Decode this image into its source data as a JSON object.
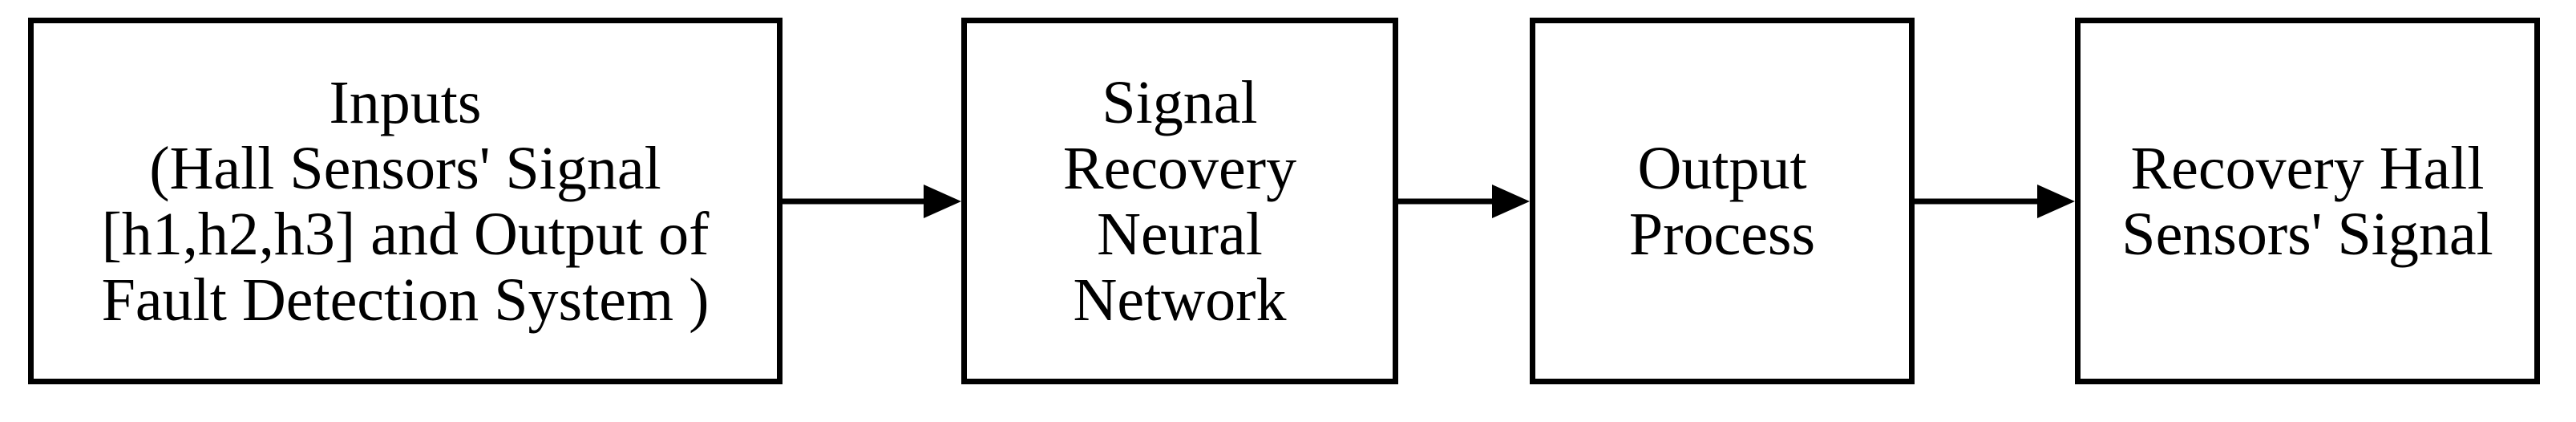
{
  "blocks": [
    {
      "lines": [
        "Inputs",
        "(Hall Sensors' Signal",
        "[h1,h2,h3] and Output of",
        "Fault Detection System )"
      ]
    },
    {
      "lines": [
        "Signal",
        "Recovery",
        "Neural",
        "Network"
      ]
    },
    {
      "lines": [
        "Output",
        "Process"
      ]
    },
    {
      "lines": [
        "Recovery Hall",
        "Sensors' Signal"
      ]
    }
  ],
  "colors": {
    "stroke": "#000000",
    "background": "#ffffff"
  }
}
